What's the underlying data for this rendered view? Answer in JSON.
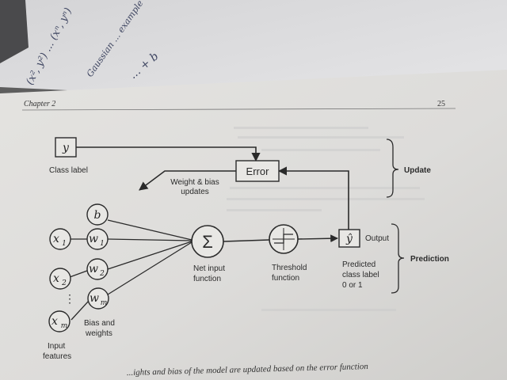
{
  "page": {
    "chapter": "Chapter 2",
    "page_number": "25"
  },
  "handwriting": {
    "line1": "(x², y²) ... (xⁿ, yⁿ)",
    "line2": "Gaussian ... example",
    "line3": "... + b"
  },
  "diagram": {
    "class_label_symbol": "y",
    "class_label_text": "Class label",
    "error_label": "Error",
    "weight_update_line1": "Weight & bias",
    "weight_update_line2": "updates",
    "bias_symbol": "b",
    "inputs": [
      "x",
      "x",
      "x"
    ],
    "input_subscripts": [
      "1",
      "2",
      "m"
    ],
    "weights": [
      "w",
      "w",
      "w"
    ],
    "weight_subscripts": [
      "1",
      "2",
      "m"
    ],
    "sum_symbol": "Σ",
    "net_input_line1": "Net input",
    "net_input_line2": "function",
    "threshold_line1": "Threshold",
    "threshold_line2": "function",
    "output_symbol": "ŷ",
    "output_label": "Output",
    "predicted_line1": "Predicted",
    "predicted_line2": "class label",
    "predicted_line3": "0 or 1",
    "update_label": "Update",
    "prediction_label": "Prediction",
    "bias_weights_line1": "Bias and",
    "bias_weights_line2": "weights",
    "input_features_line1": "Input",
    "input_features_line2": "features",
    "vertical_dots": "⋮"
  },
  "caption": "...ights and bias of the model are updated based on the error function"
}
